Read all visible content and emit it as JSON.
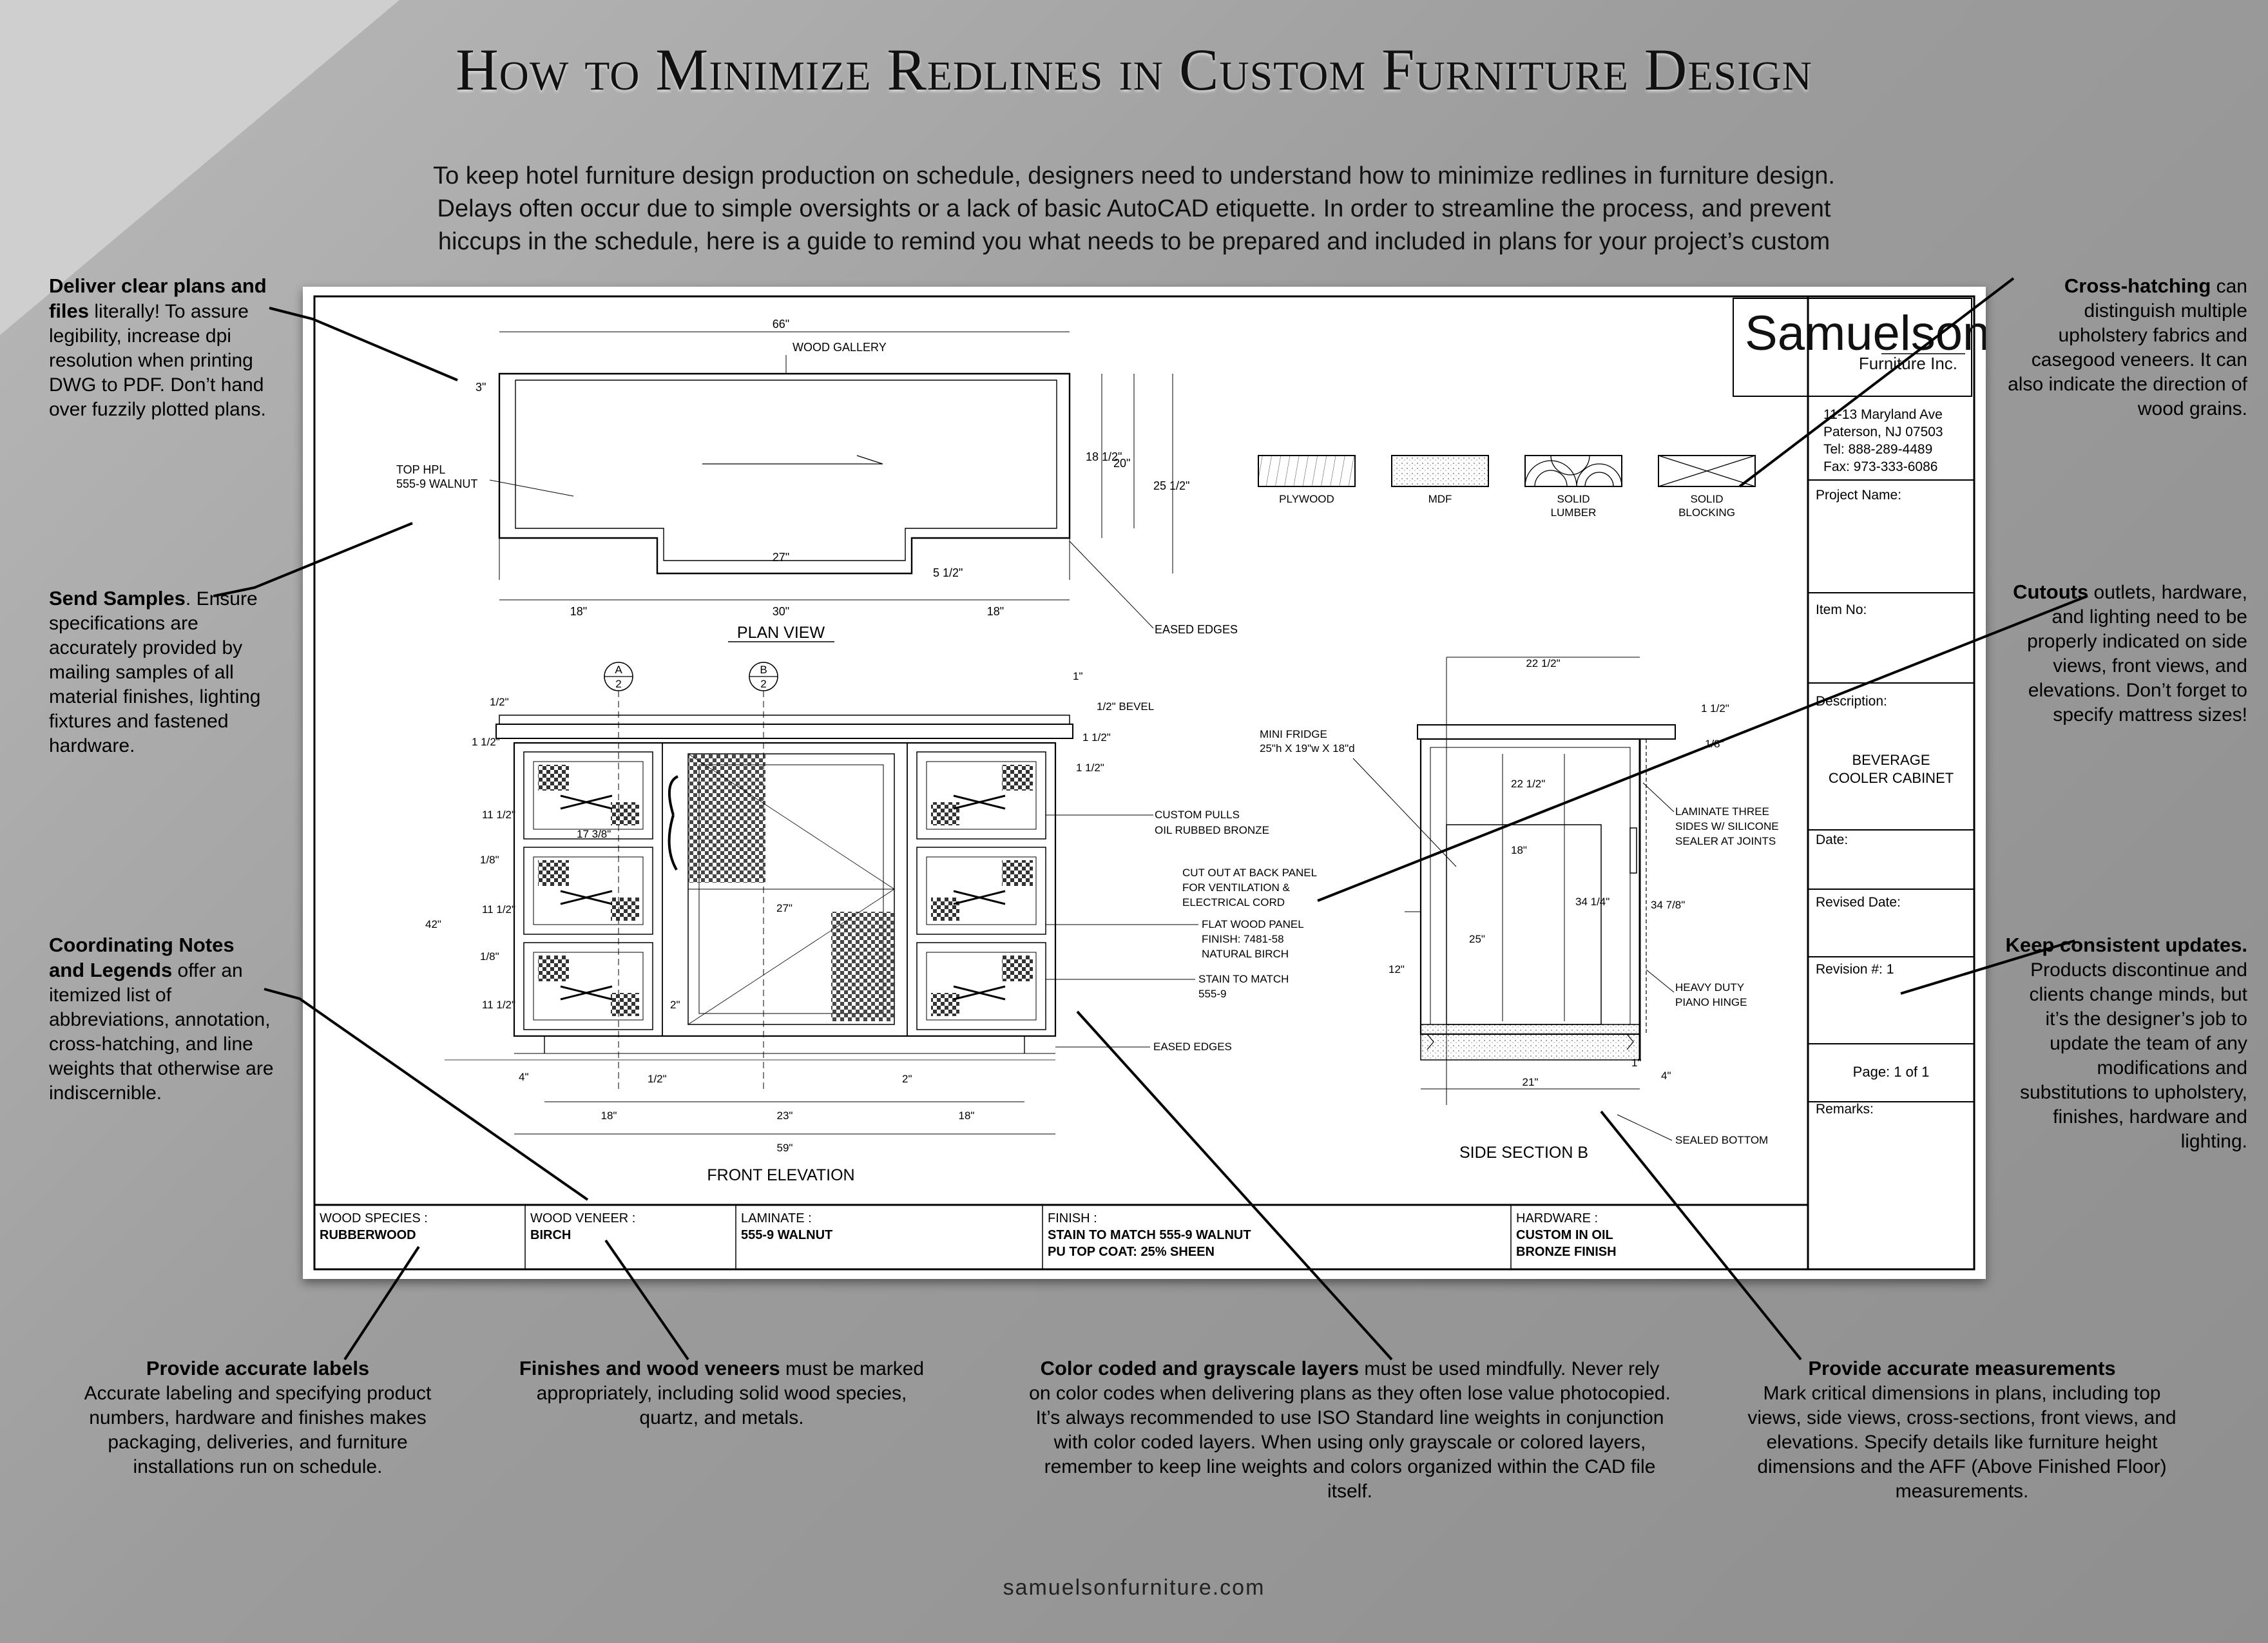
{
  "title": "How to Minimize Redlines in Custom Furniture Design",
  "intro": [
    "To keep hotel furniture design production on schedule, designers need to understand how to minimize redlines in furniture design.",
    "Delays often occur due to simple oversights or a lack of basic AutoCAD etiquette. In order to streamline the process, and prevent",
    "hiccups in the schedule, here is a guide to remind you what needs to be prepared and included in plans for your project’s custom"
  ],
  "notes": {
    "deliver": {
      "head": "Deliver clear plans and files",
      "body": " literally! To assure legibility, increase dpi resolution when printing DWG to PDF. Don’t hand over fuzzily plotted plans."
    },
    "samples": {
      "head": "Send Samples",
      "body": ". Ensure specifications are accurately provided by mailing samples of all material finishes, lighting fixtures and fastened hardware."
    },
    "coordinating": {
      "head": "Coordinating Notes and Legends",
      "body": " offer an itemized list of abbreviations, annotation, cross-hatching, and line weights that otherwise are indiscernible."
    },
    "crosshatch": {
      "head": "Cross-hatching",
      "body": " can distinguish multiple upholstery fabrics and casegood veneers. It can also indicate the direction of wood grains."
    },
    "cutouts": {
      "head": "Cutouts",
      "body": " outlets, hardware, and lighting need to be properly indicated on side views, front views, and elevations. Don’t forget to specify mattress sizes!"
    },
    "updates": {
      "head": "Keep consistent updates.",
      "body": " Products discontinue and clients change minds, but it’s the designer’s job to update the team of any modifications and substitutions to upholstery, finishes, hardware and lighting."
    },
    "labels": {
      "head": "Provide accurate labels",
      "body": "Accurate labeling and specifying product numbers, hardware and finishes makes packaging, deliveries, and furniture installations run on schedule."
    },
    "finishes": {
      "head": "Finishes and wood veneers",
      "body": " must be marked appropriately, including solid wood species, quartz, and metals."
    },
    "color": {
      "head": "Color coded and grayscale layers",
      "body": " must be used mindfully. Never rely on color codes when delivering plans as they often lose value photocopied. It’s always recommended to use ISO Standard line weights in conjunction with color coded layers. When using only grayscale or colored layers, remember to keep line weights and colors organized within the CAD file itself."
    },
    "measure": {
      "head": "Provide accurate measurements",
      "body": "Mark critical dimensions in plans, including top views, side views, cross-sections, front views, and elevations. Specify details like furniture height dimensions and the AFF (Above Finished Floor) measurements."
    }
  },
  "footer": "samuelsonfurniture.com",
  "drawing": {
    "company": {
      "name": "Samuelson",
      "sub": "Furniture Inc.",
      "address": [
        "11-13 Maryland Ave",
        "Paterson, NJ 07503",
        "Tel: 888-289-4489",
        "Fax: 973-333-6086"
      ]
    },
    "titleblock": {
      "project_name": "Project Name:",
      "item_no": "Item No:",
      "description_label": "Description:",
      "description": [
        "BEVERAGE",
        "COOLER CABINET"
      ],
      "date": "Date:",
      "revised_date": "Revised Date:",
      "revision": "Revision #:  1",
      "page": "Page: 1  of 1",
      "remarks": "Remarks:"
    },
    "legend": [
      "PLYWOOD",
      "MDF",
      "SOLID LUMBER",
      "SOLID BLOCKING"
    ],
    "views": {
      "plan": "PLAN VIEW",
      "front": "FRONT ELEVATION",
      "side": "SIDE SECTION B"
    },
    "plan_labels": {
      "gallery": "WOOD GALLERY",
      "top": [
        "TOP HPL",
        "555-9 WALNUT"
      ],
      "eased": "EASED EDGES"
    },
    "plan_dims": [
      "66\"",
      "3\"",
      "27\"",
      "18\"",
      "30\"",
      "18\"",
      "18 1/2\"",
      "20\"",
      "25 1/2\"",
      "5 1/2\""
    ],
    "front_labels": {
      "bevel": "1/2\" BEVEL",
      "pulls": [
        "CUSTOM PULLS",
        "OIL RUBBED BRONZE"
      ],
      "cutout": [
        "CUT OUT AT BACK PANEL",
        "FOR VENTILATION &",
        "ELECTRICAL CORD"
      ],
      "panel": [
        "FLAT WOOD PANEL",
        "FINISH: 7481-58",
        "NATURAL BIRCH"
      ],
      "stain": [
        "STAIN TO MATCH",
        "555-9"
      ],
      "eased": "EASED EDGES"
    },
    "front_dims": [
      "1/2\"",
      "1\"",
      "1 1/2\"",
      "11 1/2\"",
      "17 3/8\"",
      "1/8\"",
      "42\"",
      "27\"",
      "2\"",
      "4\"",
      "18\"",
      "23\"",
      "18\"",
      "59\""
    ],
    "section_marks": [
      {
        "letter": "A",
        "num": "2"
      },
      {
        "letter": "B",
        "num": "2"
      }
    ],
    "side_labels": {
      "fridge": [
        "MINI FRIDGE",
        "25\"h X 19\"w X 18\"d"
      ],
      "laminate": [
        "LAMINATE THREE",
        "SIDES W/ SILICONE",
        "SEALER AT JOINTS"
      ],
      "hinge": [
        "HEAVY DUTY",
        "PIANO HINGE"
      ],
      "sealed": "SEALED BOTTOM"
    },
    "side_dims": [
      "22 1/2\"",
      "1 1/2\"",
      "1/8\"",
      "22 1/2\"",
      "18\"",
      "34 1/4\"",
      "34 7/8\"",
      "25\"",
      "12\"",
      "1\"",
      "4\"",
      "21\""
    ],
    "specs": [
      {
        "label": "WOOD SPECIES :",
        "value": [
          "RUBBERWOOD"
        ]
      },
      {
        "label": "WOOD VENEER :",
        "value": [
          "BIRCH"
        ]
      },
      {
        "label": "LAMINATE :",
        "value": [
          "555-9  WALNUT"
        ]
      },
      {
        "label": "FINISH :",
        "value": [
          "STAIN TO MATCH 555-9 WALNUT",
          "PU TOP COAT: 25% SHEEN"
        ]
      },
      {
        "label": "HARDWARE :",
        "value": [
          "CUSTOM IN OIL",
          "BRONZE FINISH"
        ]
      }
    ]
  }
}
